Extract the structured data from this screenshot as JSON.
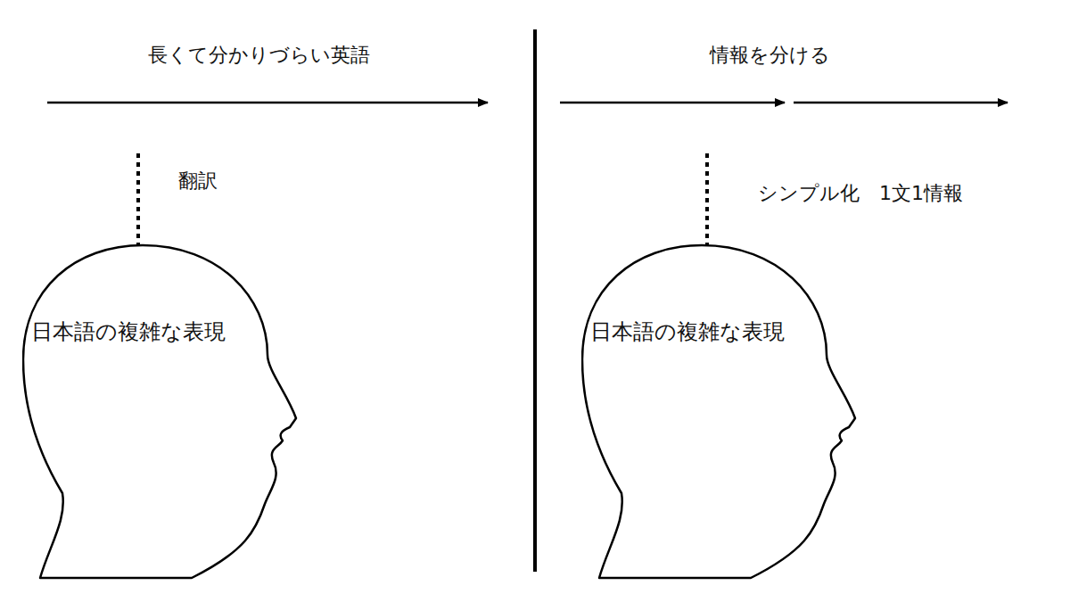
{
  "diagram": {
    "nodes": [
      {
        "text": [
          "日本語の複雑な表現"
        ]
      },
      {
        "text": [
          "日本語の複雑な表現"
        ]
      }
    ],
    "labels": [
      "長くて分かりづらい英語",
      "翻訳",
      "情報を分ける",
      "シンプル化　1文1情報"
    ]
  }
}
